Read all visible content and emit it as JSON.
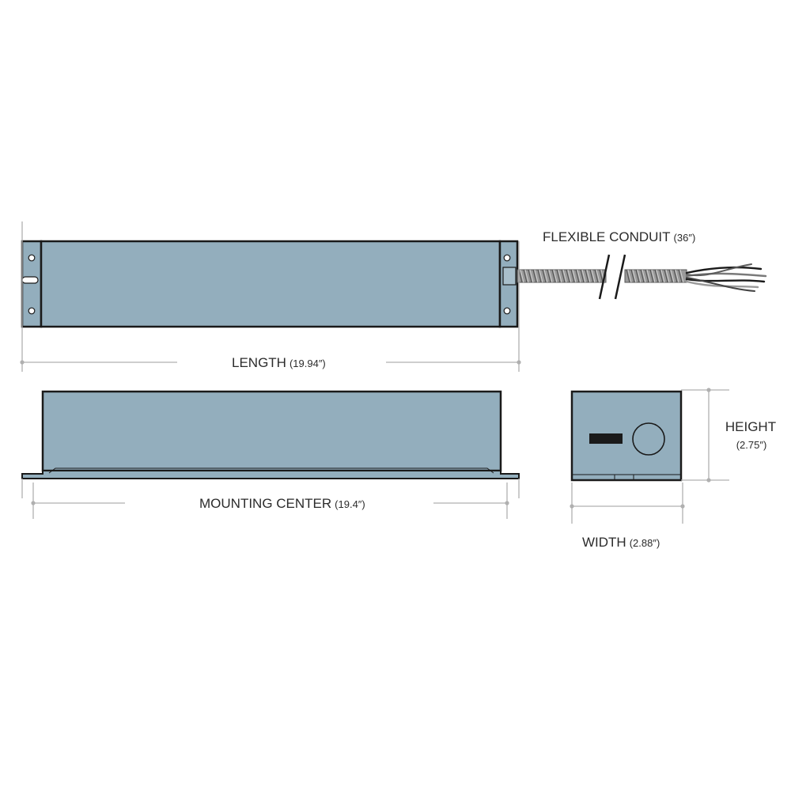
{
  "labels": {
    "conduit": {
      "name": "FLEXIBLE CONDUIT",
      "value": "(36″)"
    },
    "length": {
      "name": "LENGTH",
      "value": "(19.94″)"
    },
    "mounting_center": {
      "name": "MOUNTING CENTER",
      "value": "(19.4″)"
    },
    "height": {
      "name": "HEIGHT",
      "value": "(2.75″)"
    },
    "width": {
      "name": "WIDTH",
      "value": "(2.88″)"
    }
  },
  "colors": {
    "body": "#93aebd",
    "outline": "#1a1a1a",
    "dimension_line": "#b0b0b0",
    "conduit": "#8a8a8a"
  }
}
